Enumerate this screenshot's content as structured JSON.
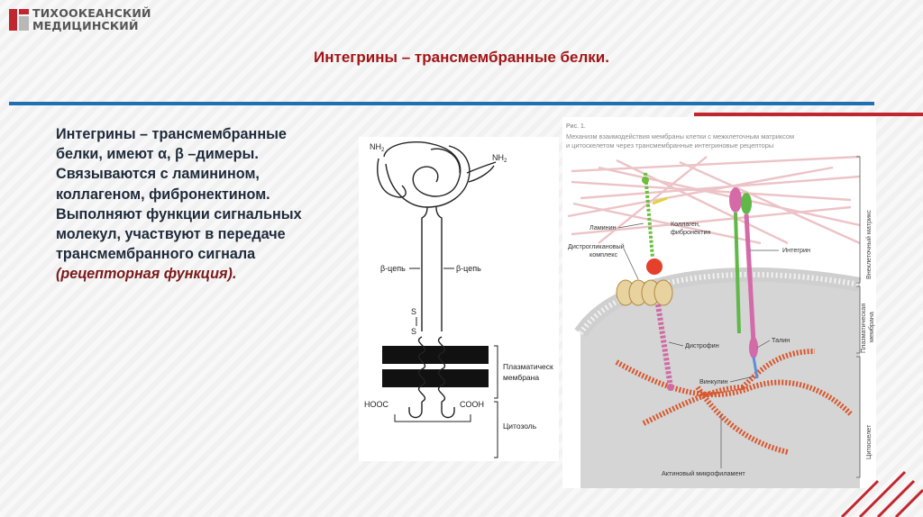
{
  "logo": {
    "line1": "ТИХООКЕАНСКИЙ",
    "line2": "МЕДИЦИНСКИЙ"
  },
  "title": "Интегрины – трансмембранные белки.",
  "body": {
    "lines": [
      "Интегрины – трансмембранные",
      "белки, имеют α, β –димеры.",
      "Связываются с ламинином,",
      "коллагеном, фибронектином.",
      "Выполняют функции сигнальных",
      "молекул, участвуют в передаче",
      "трансмембранного сигнала"
    ],
    "italic": "(рецепторная функция)."
  },
  "integrin_diagram": {
    "nh2_left": "NH",
    "nh2_right": "NH",
    "subscript": "2",
    "beta_left": "β-цепь",
    "beta_right": "β-цепь",
    "s1": "S",
    "s2": "S",
    "membrane_label_1": "Плазматическ",
    "membrane_label_2": "мембрана",
    "hooc": "HOOC",
    "cooh": "COOH",
    "cytosol": "Цитозоль"
  },
  "figure": {
    "fig_label": "Рис. 1.",
    "caption_1": "Механизм взаимодействия мембраны клетки с межклеточным матриксом",
    "caption_2": "и цитоскелетом через трансмембранные интегриновые рецепторы",
    "laminin": "Ламинин",
    "collagen_1": "Коллаген,",
    "collagen_2": "фибронектин",
    "dystroglycan_1": "Дистрогликановый",
    "dystroglycan_2": "комплекс",
    "integrin": "Интегрин",
    "dystrophin": "Дистрофин",
    "talin": "Талин",
    "vinculin": "Винкулин",
    "actin": "Актиновый микрофиламент",
    "side_ecm": "Внеклеточный матрикс",
    "side_membrane_1": "Плазматическая",
    "side_membrane_2": "мембрана",
    "side_cytoskeleton": "Цитоскелет"
  },
  "colors": {
    "title_red": "#a31515",
    "rule_blue": "#1f6fb2",
    "rule_red": "#c0262d"
  }
}
